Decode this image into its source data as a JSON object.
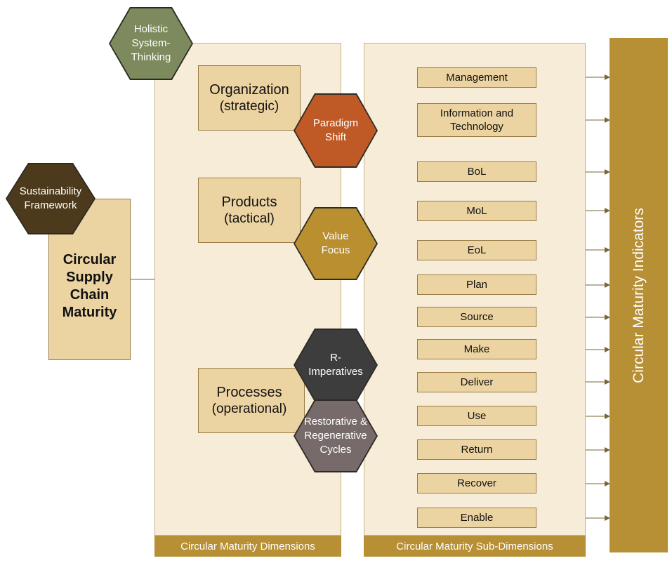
{
  "root": {
    "title_lines": [
      "Circular",
      "Supply",
      "Chain",
      "Maturity"
    ],
    "framework_hex": [
      "Sustainability",
      "Framework"
    ]
  },
  "holistic_hex": [
    "Holistic",
    "System-",
    "Thinking"
  ],
  "dimensions_panel_label": "Circular Maturity Dimensions",
  "subdimensions_panel_label": "Circular Maturity Sub-Dimensions",
  "indicators_label": "Circular Maturity Indicators",
  "dimensions": [
    {
      "name": "Organization",
      "level": "(strategic)",
      "hex": [
        "Paradigm",
        "Shift"
      ]
    },
    {
      "name": "Products",
      "level": "(tactical)",
      "hex": [
        "Value",
        "Focus"
      ]
    },
    {
      "name": "Processes",
      "level": "(operational)",
      "hex_top": [
        "R-",
        "Imperatives"
      ],
      "hex_bottom": [
        "Restorative &",
        "Regenerative",
        "Cycles"
      ]
    }
  ],
  "subdimensions": [
    "Management",
    "Information and Technology",
    "BoL",
    "MoL",
    "EoL",
    "Plan",
    "Source",
    "Make",
    "Deliver",
    "Use",
    "Return",
    "Recover",
    "Enable"
  ],
  "colors": {
    "panel_fill": "#f6ecd8",
    "box_fill": "#ecd3a2",
    "gold": "#b78f35",
    "olive_hex": "#7c8a5d",
    "rust_hex": "#bf5a26",
    "gold_hex": "#b98f2f",
    "dark_brown_hex": "#4d3a1c",
    "charcoal_hex": "#3d3d3d",
    "gray_hex": "#766a6a",
    "line": "#7a6435"
  }
}
